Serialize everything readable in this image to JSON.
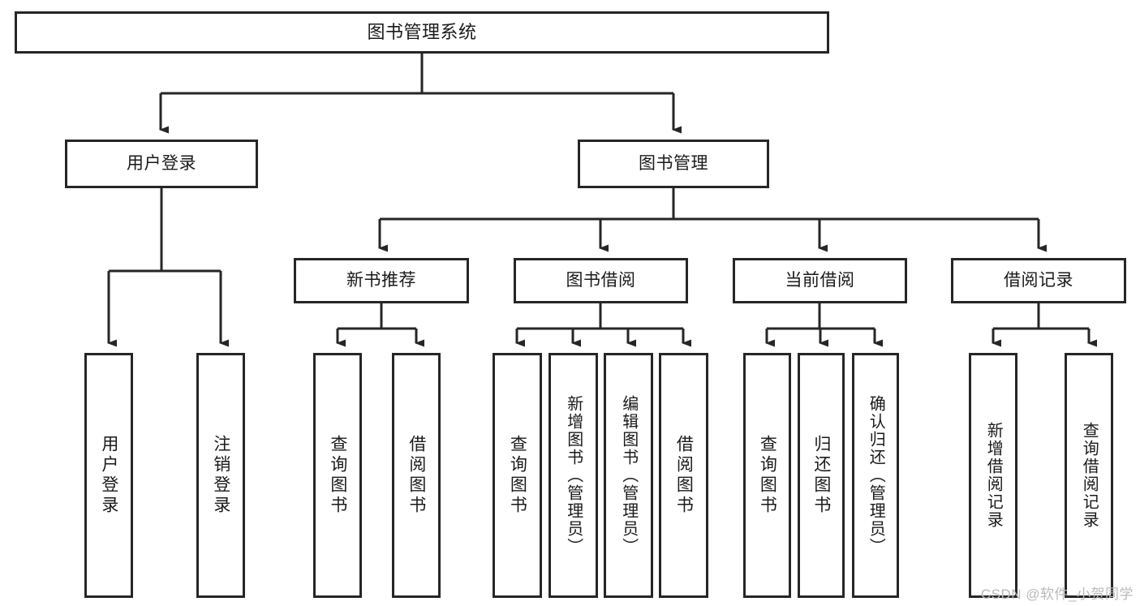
{
  "diagram": {
    "title": "图书管理系统",
    "type": "hierarchy-tree",
    "colors": {
      "stroke": "#262626",
      "node_fill": "#ffffff",
      "text": "#1a1a1a",
      "watermark": "#b9b9b9",
      "background": "#ffffff"
    },
    "root": {
      "label": "图书管理系统"
    },
    "level2": [
      {
        "label": "用户登录"
      },
      {
        "label": "图书管理"
      }
    ],
    "level3": [
      {
        "label": "新书推荐"
      },
      {
        "label": "图书借阅"
      },
      {
        "label": "当前借阅"
      },
      {
        "label": "借阅记录"
      }
    ],
    "leaves": {
      "user_login": [
        {
          "label": "用户登录"
        },
        {
          "label": "注销登录"
        }
      ],
      "new_book_recommend": [
        {
          "label": "查询图书"
        },
        {
          "label": "借阅图书"
        }
      ],
      "book_borrow": [
        {
          "label": "查询图书"
        },
        {
          "label": "新增图书（管理员）"
        },
        {
          "label": "编辑图书（管理员）"
        },
        {
          "label": "借阅图书"
        }
      ],
      "current_borrow": [
        {
          "label": "查询图书"
        },
        {
          "label": "归还图书"
        },
        {
          "label": "确认归还（管理员）"
        }
      ],
      "borrow_record": [
        {
          "label": "新增借阅记录"
        },
        {
          "label": "查询借阅记录"
        }
      ]
    }
  },
  "watermark": {
    "text": "CSDN @软件_小贺同学"
  }
}
